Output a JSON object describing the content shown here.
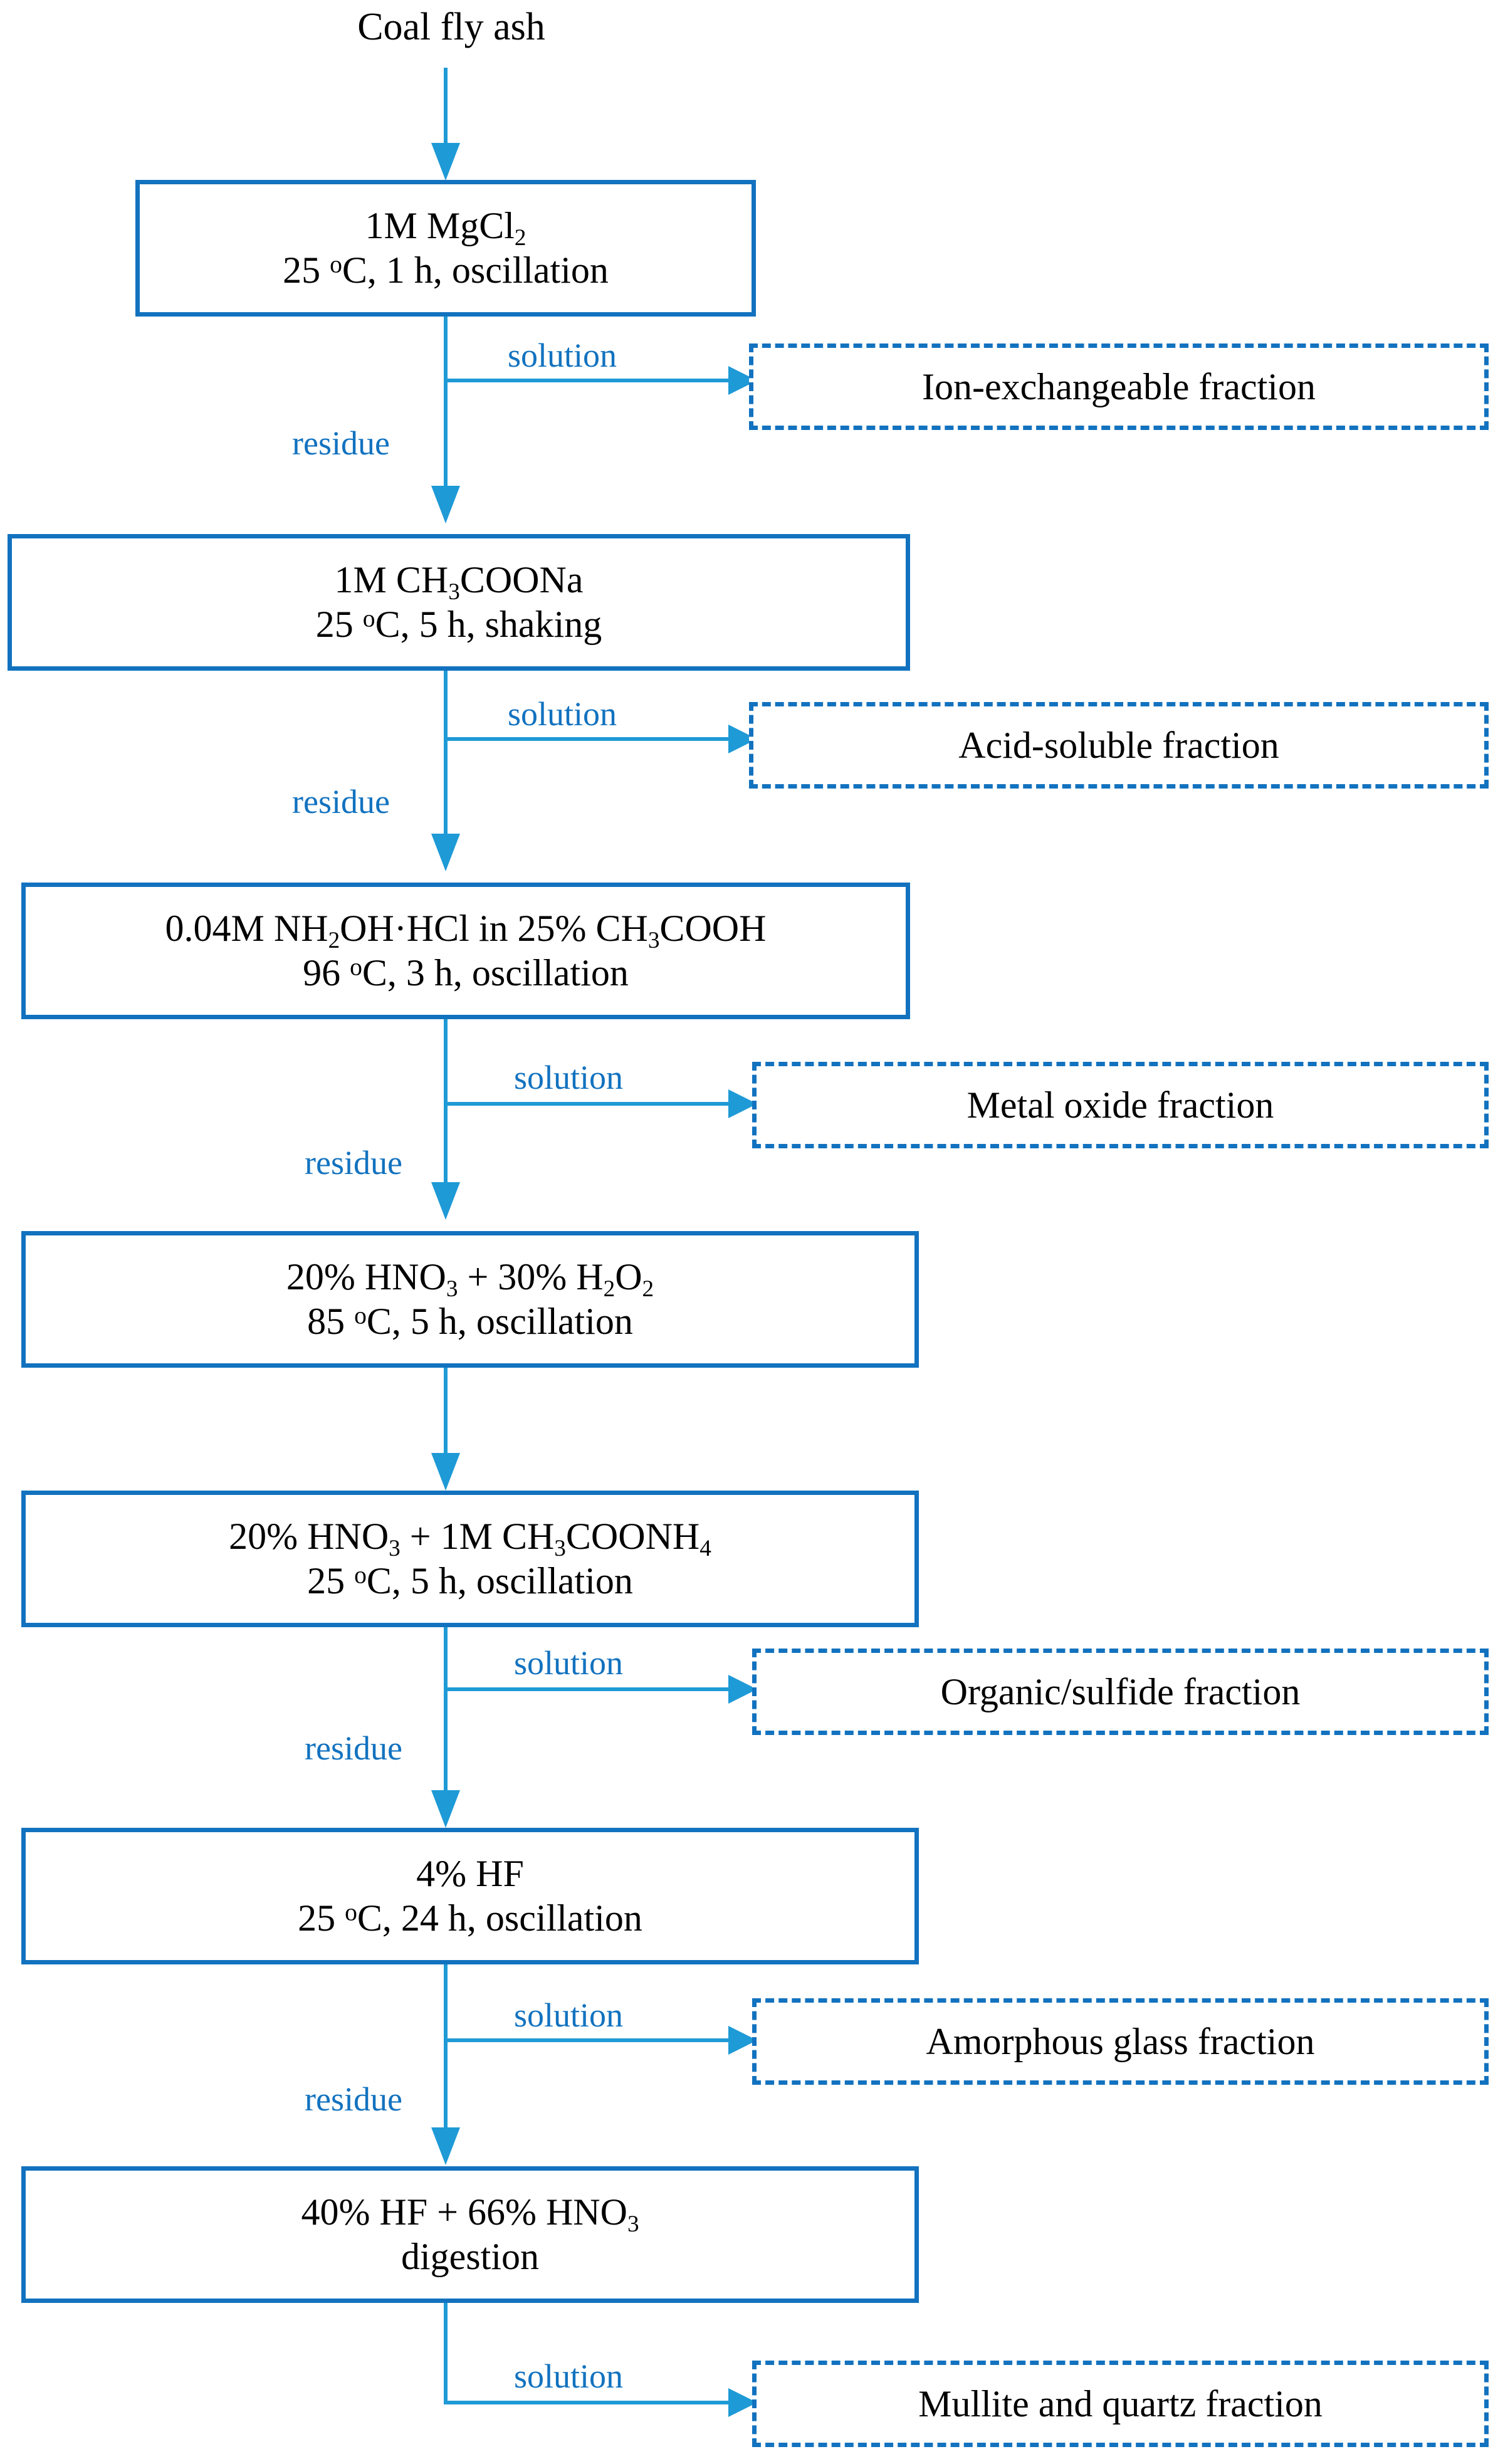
{
  "diagram": {
    "title": "Coal fly ash",
    "colors": {
      "box_border": "#1272BF",
      "connector": "#1E9AD6",
      "label_text": "#1272BF",
      "body_text": "#000000",
      "background": "#ffffff"
    },
    "edge_labels": {
      "solution": "solution",
      "residue": "residue"
    },
    "steps": [
      {
        "id": "step-mgcl2",
        "reagent_prefix": "1M MgCl",
        "reagent_sub": "2",
        "reagent_suffix": "",
        "conditions_prefix": "25 ",
        "conditions_deg": "o",
        "conditions_suffix": "C, 1 h, oscillation"
      },
      {
        "id": "step-ch3coona",
        "reagent_prefix": "1M CH",
        "reagent_sub": "3",
        "reagent_suffix": "COONa",
        "conditions_prefix": "25 ",
        "conditions_deg": "o",
        "conditions_suffix": "C, 5 h, shaking"
      },
      {
        "id": "step-nh2ohhcl",
        "reagent_prefix": "0.04M NH",
        "reagent_sub": "2",
        "reagent_mid": "OH·HCl in 25% CH",
        "reagent_sub2": "3",
        "reagent_suffix": "COOH",
        "conditions_prefix": "96 ",
        "conditions_deg": "o",
        "conditions_suffix": "C, 3 h, oscillation"
      },
      {
        "id": "step-hno3-h2o2",
        "reagent_prefix": "20% HNO",
        "reagent_sub": "3",
        "reagent_mid": " + 30% H",
        "reagent_sub2": "2",
        "reagent_mid2": "O",
        "reagent_sub3": "2",
        "reagent_suffix": "",
        "conditions_prefix": "85 ",
        "conditions_deg": "o",
        "conditions_suffix": "C, 5 h, oscillation"
      },
      {
        "id": "step-hno3-ch3coonh4",
        "reagent_prefix": "20% HNO",
        "reagent_sub": "3",
        "reagent_mid": " + 1M CH",
        "reagent_sub2": "3",
        "reagent_mid2": "COONH",
        "reagent_sub3": "4",
        "reagent_suffix": "",
        "conditions_prefix": "25 ",
        "conditions_deg": "o",
        "conditions_suffix": "C, 5 h, oscillation"
      },
      {
        "id": "step-hf4",
        "reagent_prefix": "4% HF",
        "reagent_sub": "",
        "reagent_suffix": "",
        "conditions_prefix": "25 ",
        "conditions_deg": "o",
        "conditions_suffix": "C, 24 h, oscillation"
      },
      {
        "id": "step-hf-hno3",
        "reagent_prefix": "40% HF + 66% HNO",
        "reagent_sub": "3",
        "reagent_suffix": "",
        "conditions_prefix": "digestion",
        "conditions_deg": "",
        "conditions_suffix": ""
      }
    ],
    "fractions": [
      {
        "id": "fraction-ion-exchangeable",
        "label": "Ion-exchangeable fraction"
      },
      {
        "id": "fraction-acid-soluble",
        "label": "Acid-soluble fraction"
      },
      {
        "id": "fraction-metal-oxide",
        "label": "Metal oxide fraction"
      },
      {
        "id": "fraction-organic-sulfide",
        "label": "Organic/sulfide fraction"
      },
      {
        "id": "fraction-amorphous-glass",
        "label": "Amorphous glass fraction"
      },
      {
        "id": "fraction-mullite-quartz",
        "label": "Mullite and quartz fraction"
      }
    ]
  }
}
